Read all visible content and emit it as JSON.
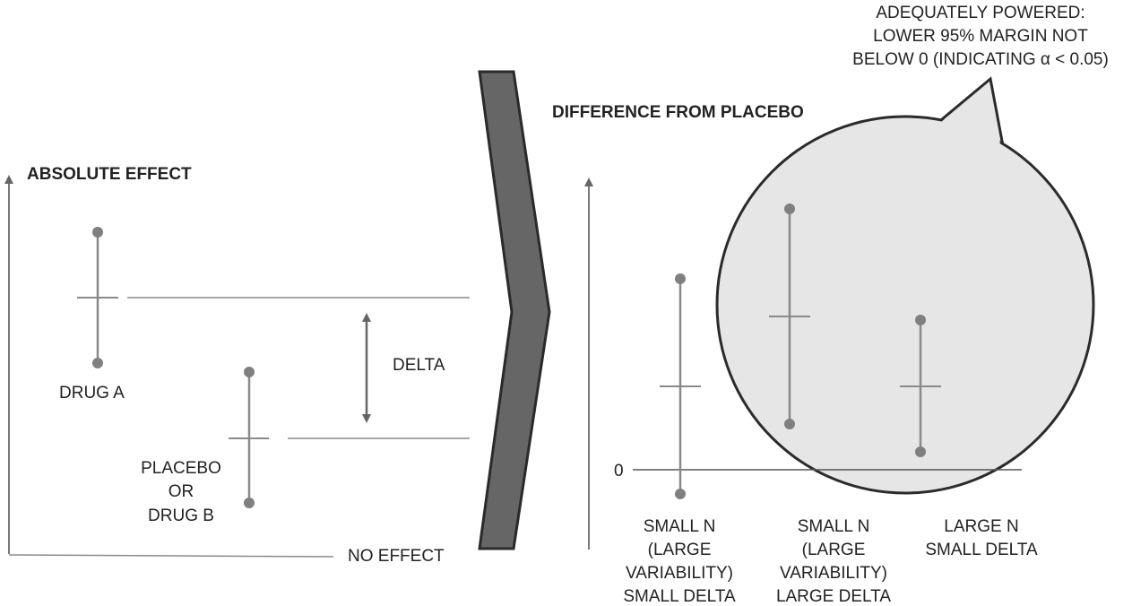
{
  "colors": {
    "axis": "#7a7a7a",
    "ci_line": "#8a8a8a",
    "ci_dot": "#808080",
    "chevron_fill": "#666666",
    "chevron_stroke": "#2a2a2a",
    "bubble_fill": "#e6e6e6",
    "bubble_stroke": "#2b2b2b",
    "text": "#222222"
  },
  "left_panel": {
    "y_axis_label": "ABSOLUTE EFFECT",
    "baseline_label": "NO EFFECT",
    "delta_label": "DELTA",
    "drug_a": {
      "label": "DRUG A"
    },
    "placebo": {
      "label_lines": [
        "PLACEBO",
        "OR",
        "DRUG B"
      ]
    }
  },
  "arrow": {
    "icon": "chevron-right-icon"
  },
  "right_panel": {
    "title": "DIFFERENCE FROM PLACEBO",
    "zero_label": "0",
    "groups": [
      {
        "label_lines": [
          "SMALL N",
          "(LARGE",
          "VARIABILITY)",
          "SMALL DELTA"
        ]
      },
      {
        "label_lines": [
          "SMALL N",
          "(LARGE",
          "VARIABILITY)",
          "LARGE DELTA"
        ]
      },
      {
        "label_lines": [
          "LARGE N",
          "SMALL DELTA"
        ]
      }
    ],
    "callout": {
      "lines": [
        "ADEQUATELY POWERED:",
        "LOWER 95% MARGIN NOT",
        "BELOW 0 (INDICATING α < 0.05)"
      ]
    }
  }
}
